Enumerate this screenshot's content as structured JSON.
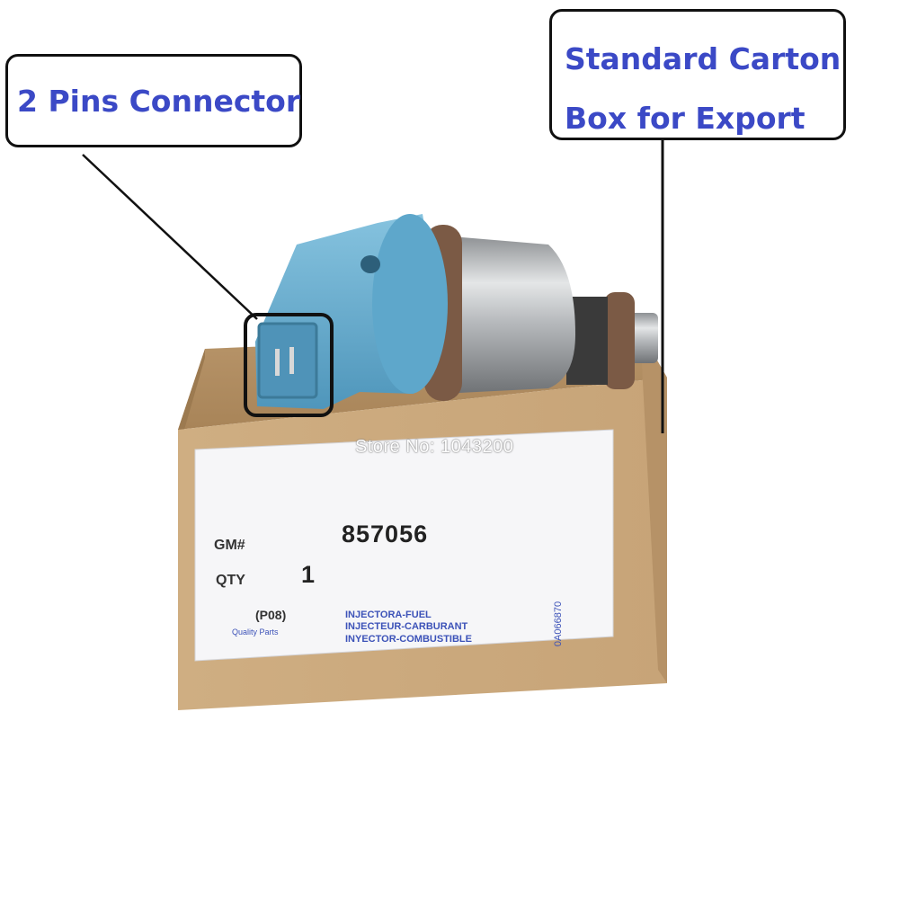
{
  "callouts": {
    "connector": "2 Pins Connector",
    "carton_line1": "Standard Carton",
    "carton_line2": "Box for Export"
  },
  "label": {
    "gm_label": "GM#",
    "gm_number": "857056",
    "qty_label": "QTY",
    "qty_value": "1",
    "code": "(P08)",
    "quality": "Quality Parts",
    "desc_es": "INJECTORA-FUEL",
    "desc_fr": "INJECTEUR-CARBURANT",
    "desc_es2": "INYECTOR-COMBUSTIBLE",
    "vertical_code": "0A066870"
  },
  "watermark": "Store No: 1043200",
  "colors": {
    "callout_text": "#3b49c6",
    "box_kraft": "#c9a77a",
    "injector_blue": "#6fb3d4",
    "steel": "#b9bcbf"
  }
}
